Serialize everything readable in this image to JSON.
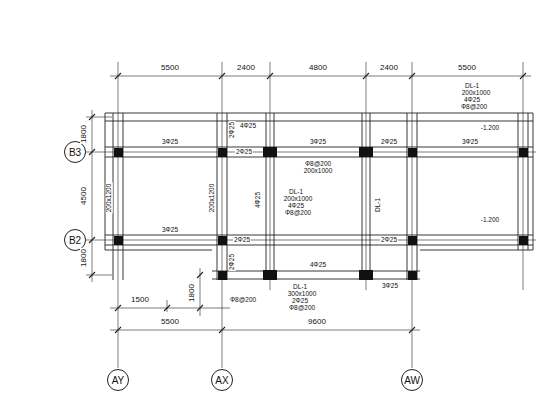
{
  "diagram": {
    "nodes": [
      {
        "text": [
          "B3"
        ]
      },
      {
        "text": [
          "B2"
        ]
      },
      {
        "text": [
          "AY"
        ]
      },
      {
        "text": [
          "AX"
        ]
      },
      {
        "text": [
          "AW"
        ]
      }
    ],
    "labels": [
      "5500",
      "2400",
      "4800",
      "2400",
      "5500",
      "1800",
      "4500",
      "1800",
      "5500",
      "9600",
      "1500",
      "1800",
      "DL-1",
      "200x1000",
      "4Φ25",
      "Φ8@200",
      "3Φ25",
      "4Φ25",
      "3Φ25",
      "2Φ25",
      "3Φ25",
      "2Φ25",
      "Φ8@200",
      "200x1000",
      "200x1200",
      "200x1200",
      "4Φ25",
      "DL-1",
      "200x1000",
      "4Φ25",
      "Φ8@200",
      "DL-1",
      "3Φ25",
      "2Φ25",
      "2Φ25",
      "4Φ25",
      "3Φ25",
      "DL-1",
      "300x1000",
      "2Φ25",
      "Φ8@200",
      "-1.200",
      "-1.200",
      "2Φ25",
      "2Φ25",
      "Φ8@200"
    ]
  }
}
